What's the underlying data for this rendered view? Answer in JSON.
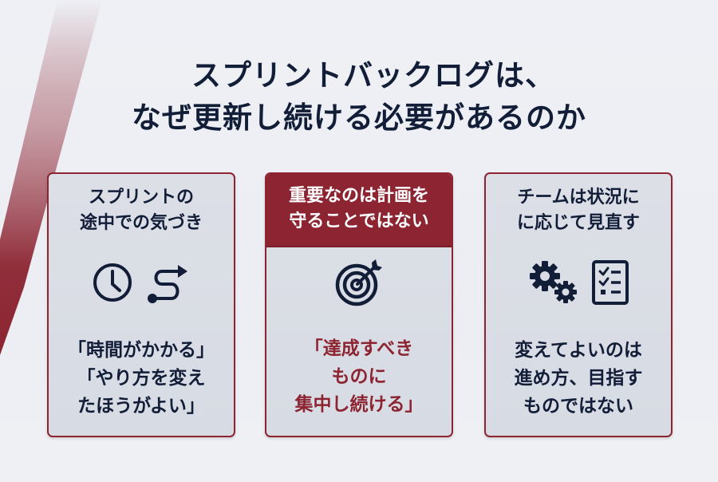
{
  "title": {
    "line1": "スプリントバックログは、",
    "line2": "なぜ更新し続ける必要があるのか"
  },
  "colors": {
    "accent": "#8c2431",
    "text": "#121d38",
    "background": "#eef0f5",
    "card_bg": "#d9dce4"
  },
  "cards": [
    {
      "heading": [
        "スプリントの",
        "途中での気づき"
      ],
      "icons": [
        "clock-icon",
        "route-arrow-icon"
      ],
      "body": [
        "「時間がかかる」",
        "「やり方を変え",
        "たほうがよい」"
      ]
    },
    {
      "heading": [
        "重要なのは計画を",
        "守ることではない"
      ],
      "icons": [
        "target-icon"
      ],
      "body": [
        "「達成すべき",
        "ものに",
        "集中し続ける」"
      ]
    },
    {
      "heading": [
        "チームは状況に",
        "に応じて見直す"
      ],
      "icons": [
        "gears-icon",
        "checklist-icon"
      ],
      "body": [
        "変えてよいのは",
        "進め方、目指す",
        "ものではない"
      ]
    }
  ]
}
